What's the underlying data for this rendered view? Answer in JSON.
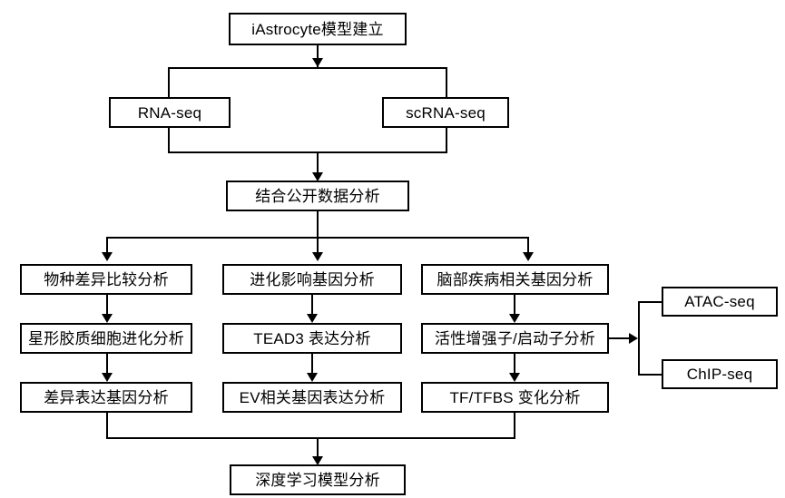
{
  "diagram": {
    "title_node": {
      "label": "iAstrocyte模型建立"
    },
    "data_sources": [
      {
        "id": "rna-seq",
        "label": "RNA-seq"
      },
      {
        "id": "scrna-seq",
        "label": "scRNA-seq"
      }
    ],
    "integration_node": {
      "label": "结合公开数据分析"
    },
    "columns": [
      {
        "id": "species-comparison",
        "steps": [
          {
            "id": "species-difference-analysis",
            "label": "物种差异比较分析"
          },
          {
            "id": "astrocyte-evolution-analysis",
            "label": "星形胶质细胞进化分析"
          },
          {
            "id": "deg-analysis",
            "label": "差异表达基因分析"
          }
        ]
      },
      {
        "id": "evolution-gene",
        "steps": [
          {
            "id": "evolution-impact-gene-analysis",
            "label": "进化影响基因分析"
          },
          {
            "id": "tead3-expression-analysis",
            "label": "TEAD3 表达分析"
          },
          {
            "id": "ev-gene-expression-analysis",
            "label": "EV相关基因表达分析"
          }
        ]
      },
      {
        "id": "brain-disease-gene",
        "steps": [
          {
            "id": "brain-disease-gene-analysis",
            "label": "脑部疾病相关基因分析"
          },
          {
            "id": "active-enhancer-promoter-analysis",
            "label": "活性增强子/启动子分析"
          },
          {
            "id": "tf-tfbs-change-analysis",
            "label": "TF/TFBS 变化分析"
          }
        ]
      }
    ],
    "assays": [
      {
        "id": "atac-seq",
        "label": "ATAC-seq"
      },
      {
        "id": "chip-seq",
        "label": "ChIP-seq"
      }
    ],
    "final_node": {
      "label": "深度学习模型分析"
    },
    "colors": {
      "stroke": "#000000",
      "fill": "#ffffff",
      "text": "#000000"
    }
  }
}
